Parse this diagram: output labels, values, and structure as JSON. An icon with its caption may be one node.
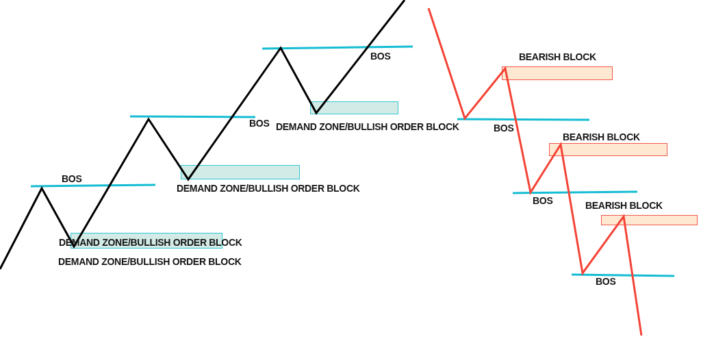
{
  "diagram": {
    "nodes": [
      {
        "text": [
          "DEMAND ZONE/BULLISH ORDER BLOCK"
        ]
      },
      {
        "text": [
          "DEMAND ZONE/BULLISH ORDER BLOCK"
        ]
      },
      {
        "text": [
          "DEMAND ZONE/BULLISH ORDER BLOCK"
        ]
      },
      {
        "text": [
          "BEARISH BLOCK"
        ]
      },
      {
        "text": [
          "BEARISH BLOCK"
        ]
      },
      {
        "text": [
          "BEARISH BLOCK"
        ]
      }
    ],
    "labels": [
      "BOS",
      "DEMAND ZONE/BULLISH ORDER BLOCK",
      "BOS",
      "BOS",
      "BOS",
      "BOS",
      "BOS"
    ]
  }
}
